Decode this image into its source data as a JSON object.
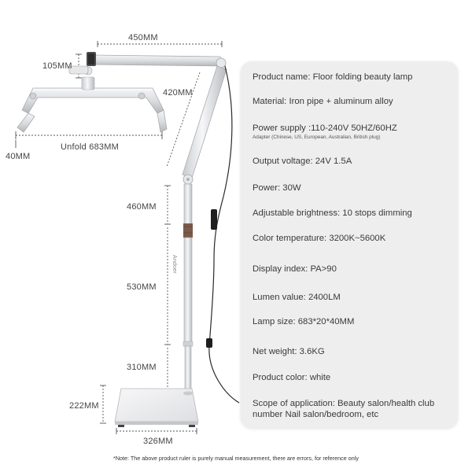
{
  "dimensions": {
    "top_width": "450MM",
    "head_height": "105MM",
    "arm_length": "420MM",
    "unfold_width": "Unfold 683MM",
    "head_depth": "40MM",
    "pole_upper": "460MM",
    "pole_middle": "530MM",
    "pole_lower": "310MM",
    "base_height": "222MM",
    "base_width": "326MM"
  },
  "brand_mark": "Andoer",
  "specs": {
    "product_name": "Product name: Floor folding beauty lamp",
    "material": "Material: Iron pipe + aluminum alloy",
    "power_supply": "Power supply :110-240V 50HZ/60HZ",
    "adapter_note": "Adapter (Chinese, US, European, Australian, British plug)",
    "output_voltage": "Output voltage: 24V 1.5A",
    "power": "Power: 30W",
    "brightness": "Adjustable brightness: 10 stops dimming",
    "color_temperature": "Color temperature: 3200K~5600K",
    "display_index": "Display index: PA>90",
    "lumen": "Lumen value: 2400LM",
    "lamp_size": "Lamp size: 683*20*40MM",
    "net_weight": "Net weight: 3.6KG",
    "product_color": "Product color: white",
    "scope": "Scope of application: Beauty salon/health club number Nail salon/bedroom, etc"
  },
  "footer_note": "*Note: The above product ruler is purely manual measurement, there are errors, for reference only",
  "colors": {
    "panel_bg": "#eeeeee",
    "metal": "#dcdde0",
    "metal_edge": "#a9abb0",
    "cable": "#2a2a2a",
    "accent_ring": "#7a5a48"
  }
}
